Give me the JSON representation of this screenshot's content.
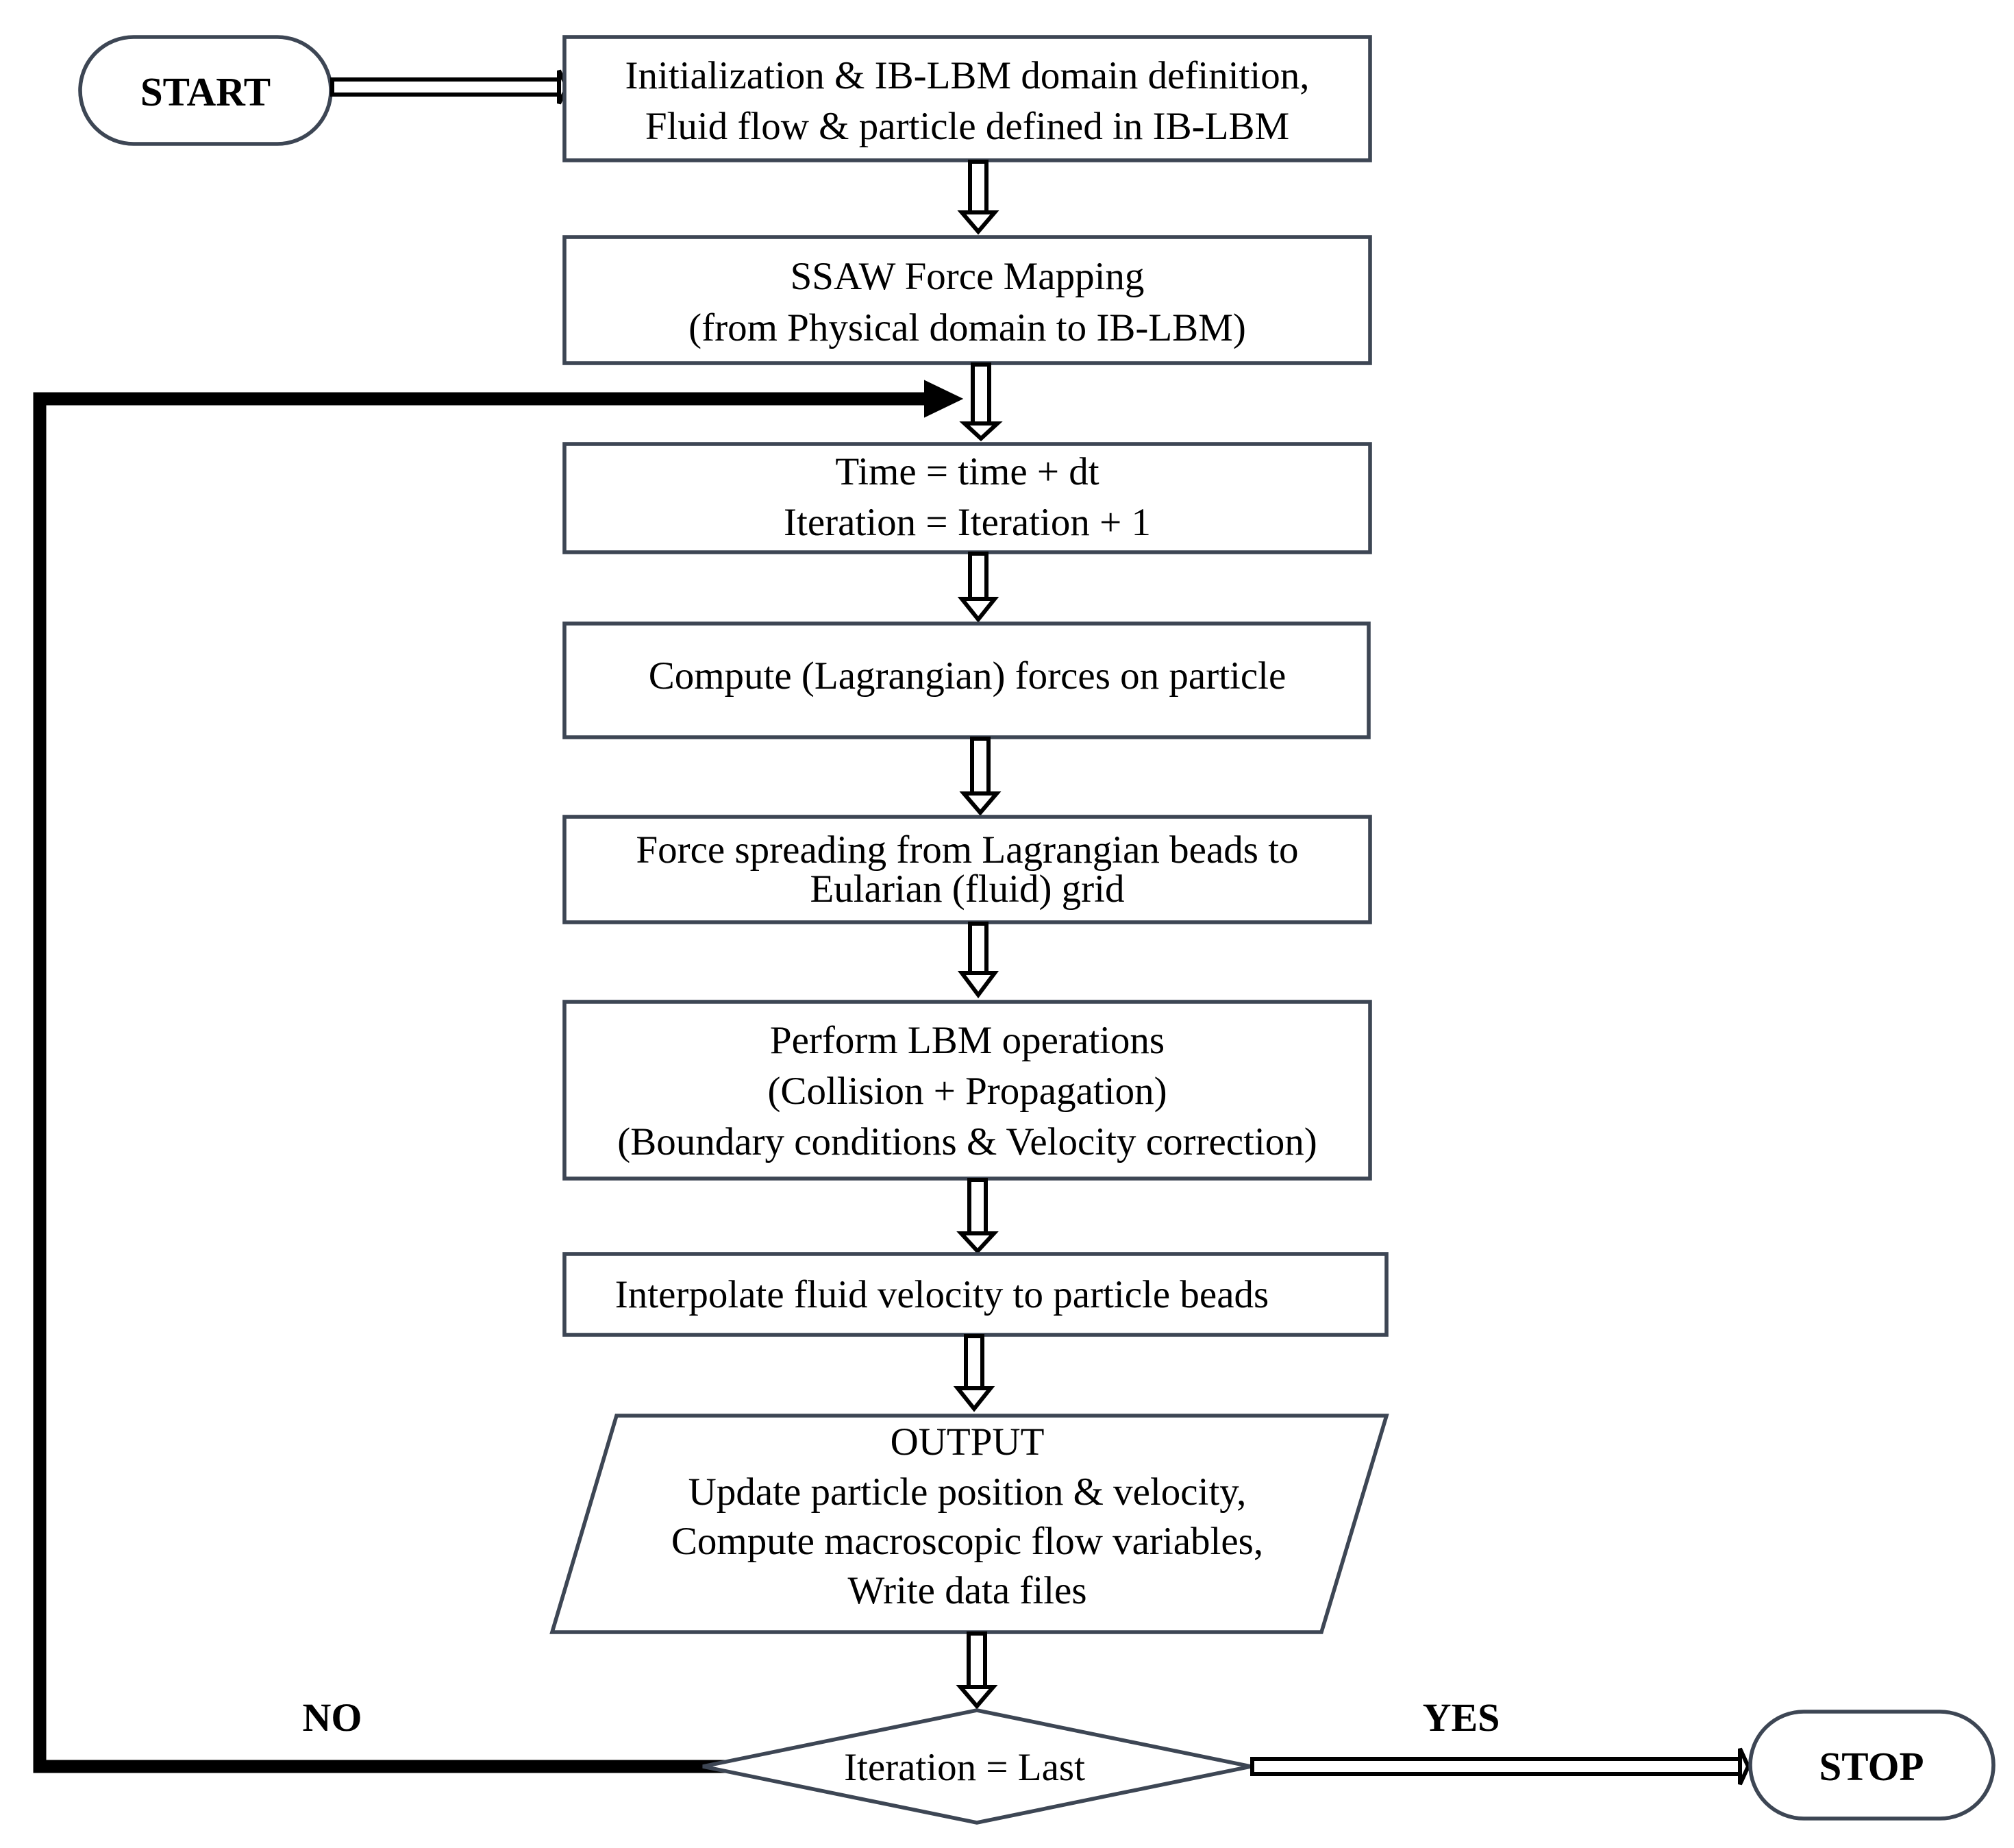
{
  "start": {
    "label": "START"
  },
  "stop": {
    "label": "STOP"
  },
  "steps": {
    "init": {
      "line1": "Initialization & IB-LBM domain definition,",
      "line2": "Fluid flow & particle defined in IB-LBM"
    },
    "ssaw": {
      "line1": "SSAW Force Mapping",
      "line2": "(from Physical domain to IB-LBM)"
    },
    "time": {
      "line1": "Time = time + dt",
      "line2": "Iteration = Iteration + 1"
    },
    "compute": {
      "line1": "Compute (Lagrangian) forces on particle"
    },
    "spread": {
      "line1": "Force spreading from Lagrangian beads to",
      "line2": "Eularian (fluid) grid"
    },
    "lbm": {
      "line1": "Perform LBM operations",
      "line2": "(Collision + Propagation)",
      "line3": "(Boundary conditions & Velocity correction)"
    },
    "interp": {
      "line1": "Interpolate fluid velocity to particle beads"
    },
    "output": {
      "line1": "OUTPUT",
      "line2": "Update particle position & velocity,",
      "line3": "Compute macroscopic flow variables,",
      "line4": "Write data files"
    }
  },
  "decision": {
    "label": "Iteration = Last"
  },
  "branches": {
    "no": {
      "label": "NO",
      "color": "#e00000"
    },
    "yes": {
      "label": "YES",
      "color": "#3d4654"
    }
  },
  "colors": {
    "box_border": "#3d4654",
    "arrow": "#000000",
    "background": "#ffffff"
  }
}
